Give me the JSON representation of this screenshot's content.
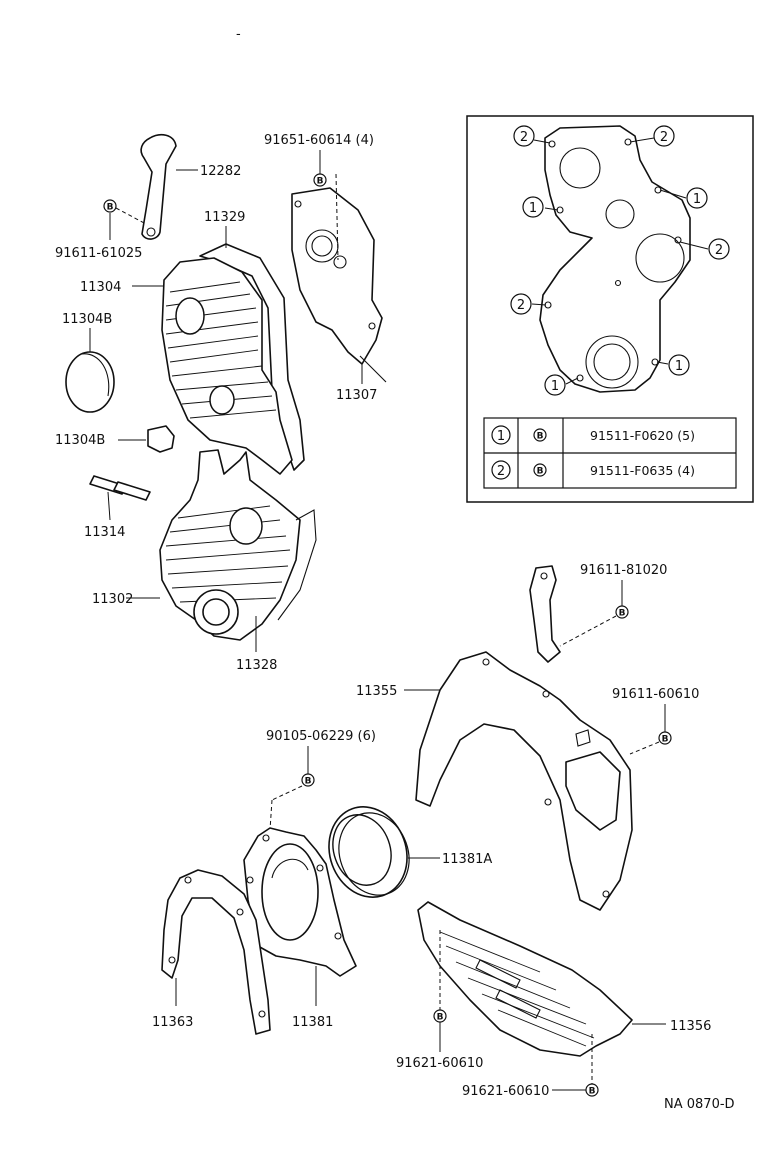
{
  "labels": {
    "p12282": "12282",
    "p91611_61025": "91611-61025",
    "p11329": "11329",
    "p91651": "91651-60614 (4)",
    "p11304": "11304",
    "p11304b_a": "11304B",
    "p11304b_b": "11304B",
    "p11307": "11307",
    "p11314": "11314",
    "p11302": "11302",
    "p11328": "11328",
    "p91611_81020": "91611-81020",
    "p11355": "11355",
    "p91611_60610": "91611-60610",
    "p90105": "90105-06229 (6)",
    "p11381a": "11381A",
    "p11363": "11363",
    "p11381": "11381",
    "p11356": "11356",
    "p91621_a": "91621-60610",
    "p91621_b": "91621-60610",
    "code": "NA  0870-D"
  },
  "bolt_mark": "B",
  "inset": {
    "callout_1": "1",
    "callout_2": "2",
    "table": [
      {
        "num": "1",
        "mark": "B",
        "part": "91511-F0620 (5)"
      },
      {
        "num": "2",
        "mark": "B",
        "part": "91511-F0635 (4)"
      }
    ]
  },
  "top_mark": "-"
}
